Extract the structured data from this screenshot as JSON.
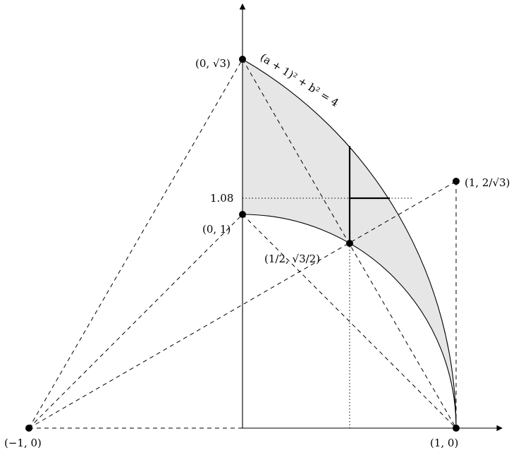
{
  "labels": {
    "p_0_sqrt3": "(0, √3)",
    "p_0_1": "(0, 1)",
    "p_half": "(1/2, √3/2)",
    "p_1_0": "(1, 0)",
    "p_m1_0": "(−1, 0)",
    "p_1_2sqrt3": "(1, 2/√3)",
    "y_108": "1.08",
    "curve": "(a + 1)² + b² = 4"
  }
}
